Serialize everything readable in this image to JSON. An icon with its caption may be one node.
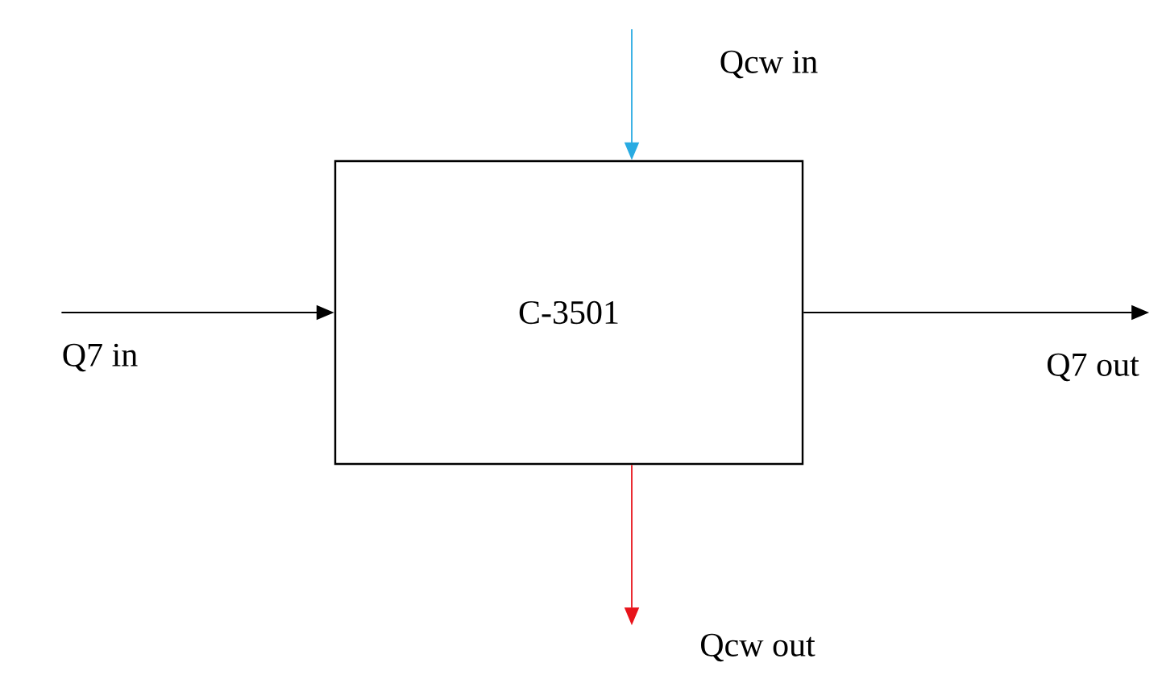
{
  "diagram": {
    "nodes": [
      {
        "text": [
          "C-3501"
        ]
      },
      {
        "text": [
          "Qcw in"
        ]
      },
      {
        "text": [
          "Q7 in"
        ]
      },
      {
        "text": [
          "Q7 out"
        ]
      },
      {
        "text": [
          "Qcw out"
        ]
      }
    ],
    "edges": [
      {
        "from": 2,
        "to": 0,
        "arrow": "to"
      },
      {
        "from": 1,
        "to": 0,
        "arrow": "to",
        "color": "#29abe2"
      },
      {
        "from": 0,
        "to": 3,
        "arrow": "to"
      },
      {
        "from": 0,
        "to": 4,
        "arrow": "to",
        "color": "#e8141b"
      }
    ]
  }
}
